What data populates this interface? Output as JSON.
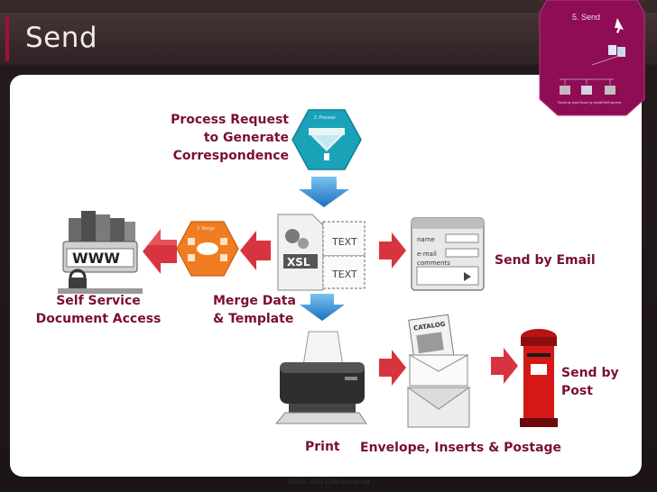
{
  "slide": {
    "title": "Send",
    "footer": "©2004 -2011 EDM Group Ltd"
  },
  "nav_hex": {
    "label": "5. Send",
    "items": [
      "Send by post",
      "Send by email",
      "Self service"
    ]
  },
  "process_hex": {
    "label": "2. Process"
  },
  "merge_hex": {
    "label": "3. Merge"
  },
  "labels": {
    "process_request_1": "Process Request",
    "process_request_2": "to Generate",
    "process_request_3": "Correspondence",
    "self_service_1": "Self Service",
    "self_service_2": "Document Access",
    "merge_1": "Merge Data",
    "merge_2": "& Template",
    "send_email": "Send by Email",
    "send_post_1": "Send by",
    "send_post_2": "Post",
    "print": "Print",
    "envelope": "Envelope, Inserts & Postage"
  },
  "template_doc": {
    "xsl": "XSL",
    "text_1": "TEXT",
    "text_2": "TEXT"
  },
  "email_form": {
    "name": "name",
    "email": "e-mail",
    "comments": "comments"
  },
  "web_server": {
    "www": "WWW"
  },
  "catalog": {
    "label": "CATALOG"
  },
  "colors": {
    "accent": "#a0103c",
    "label_text": "#7a1030",
    "arrow_red": "#d8343f",
    "arrow_blue": "#2a86d6",
    "hex_magenta": "#8e0d55",
    "hex_teal": "#1aa3b8",
    "hex_orange": "#f07d22"
  },
  "icons": [
    "web-server-icon",
    "merge-hex-icon",
    "template-document-icon",
    "process-hex-icon",
    "email-form-icon",
    "printer-icon",
    "envelope-inserts-icon",
    "postbox-icon"
  ]
}
